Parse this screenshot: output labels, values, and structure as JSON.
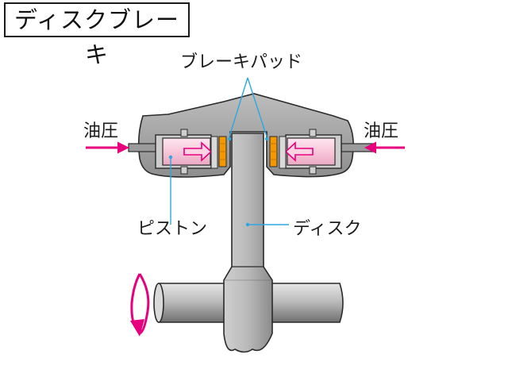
{
  "title": "ディスクブレーキ",
  "labels": {
    "brake_pad": "ブレーキパッド",
    "hydraulic_left": "油圧",
    "hydraulic_right": "油圧",
    "piston": "ピストン",
    "disc": "ディスク"
  },
  "colors": {
    "arrow_magenta": "#e6007e",
    "callout_cyan": "#2ea7e0",
    "pad_orange": "#f39800",
    "caliper_gray": "#a6a6a6",
    "piston_pink": "#fbd3e3"
  }
}
